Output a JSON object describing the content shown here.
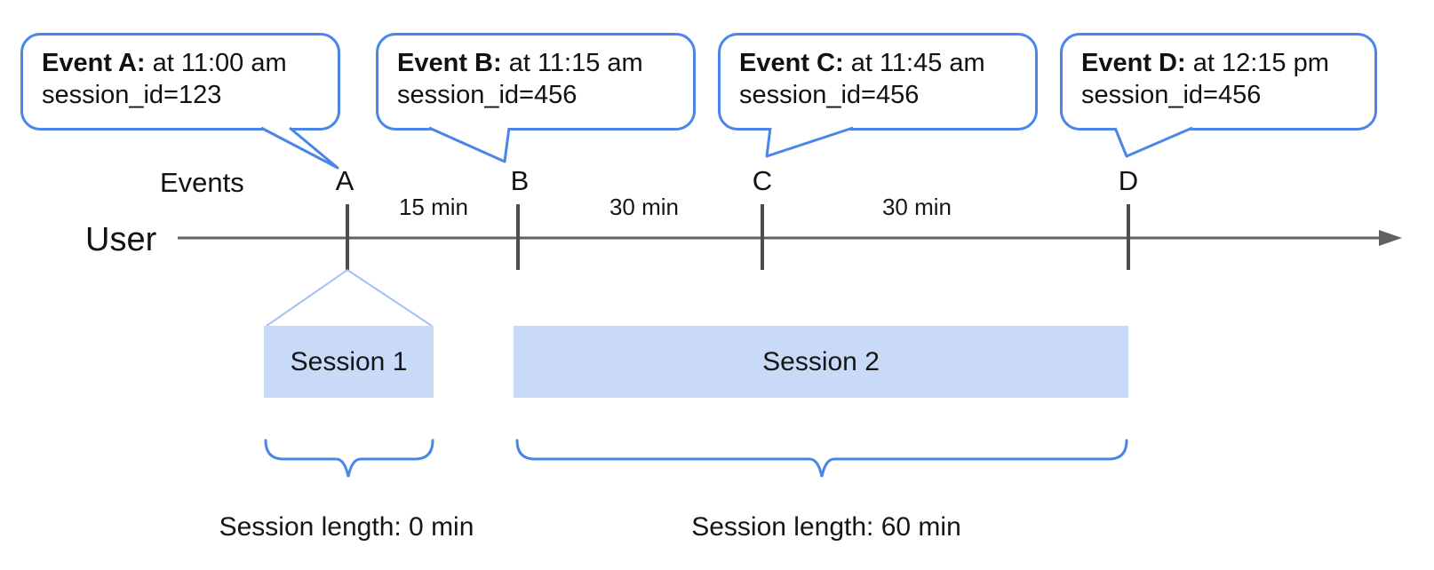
{
  "diagram": {
    "title_hint": "Event sessionization timeline",
    "events_axis_label": "Events",
    "user_label": "User",
    "callouts": [
      {
        "title": "Event A:",
        "time": "at 11:00 am",
        "session": "session_id=123"
      },
      {
        "title": "Event B:",
        "time": "at 11:15 am",
        "session": "session_id=456"
      },
      {
        "title": "Event C:",
        "time": "at 11:45 am",
        "session": "session_id=456"
      },
      {
        "title": "Event D:",
        "time": "at 12:15 pm",
        "session": "session_id=456"
      }
    ],
    "event_markers": [
      "A",
      "B",
      "C",
      "D"
    ],
    "intervals": [
      "15 min",
      "30 min",
      "30 min"
    ],
    "sessions": [
      {
        "label": "Session 1",
        "length_label": "Session length: 0 min"
      },
      {
        "label": "Session 2",
        "length_label": "Session length: 60 min"
      }
    ],
    "colors": {
      "accent_blue": "#4a86e8",
      "session_fill": "#c9daf8",
      "funnel_blue": "#a4c2f4",
      "axis_gray": "#616161"
    }
  }
}
